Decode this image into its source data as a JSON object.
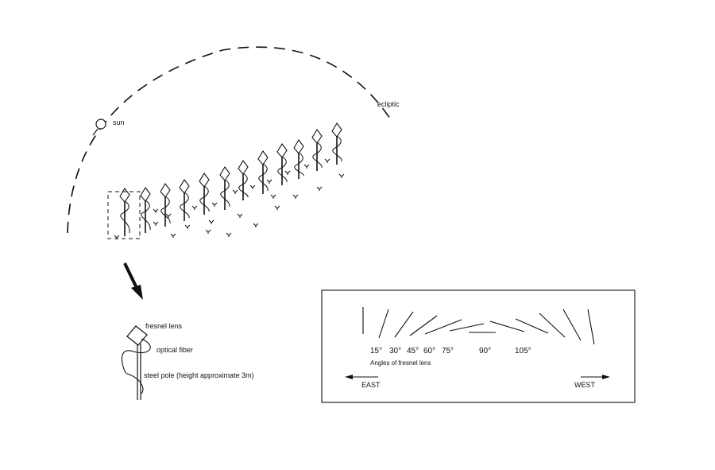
{
  "labels": {
    "sun": "sun",
    "ecliptic": "ecliptic",
    "fresnel_lens": "fresnel lens",
    "optical_fiber": "optical fiber",
    "steel_pole": "steel pole (height approximate 3m)",
    "angles_caption": "Angles of fresnel lens",
    "east": "EAST",
    "west": "WEST"
  },
  "lens_angles": [
    {
      "label": "15°",
      "degrees": 15
    },
    {
      "label": "30°",
      "degrees": 30
    },
    {
      "label": "45°",
      "degrees": 45
    },
    {
      "label": "60°",
      "degrees": 60
    },
    {
      "label": "75°",
      "degrees": 75
    },
    {
      "label": "90°",
      "degrees": 90
    },
    {
      "label": "105°",
      "degrees": 105
    }
  ],
  "colors": {
    "ink": "#111111",
    "background": "#ffffff"
  }
}
